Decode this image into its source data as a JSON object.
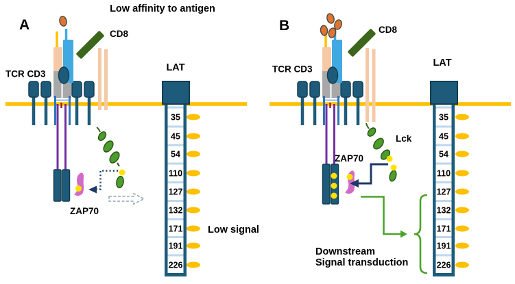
{
  "figure": {
    "title": "Low affinity to antigen",
    "panel_a": {
      "label": "A",
      "tcr_cd3_label": "TCR CD3",
      "cd8_label": "CD8",
      "lat_label": "LAT",
      "zap70_label": "ZAP70",
      "low_signal_label": "Low signal",
      "antigen_count": 1
    },
    "panel_b": {
      "label": "B",
      "tcr_cd3_label": "TCR CD3",
      "cd8_label": "CD8",
      "lat_label": "LAT",
      "zap70_label": "ZAP70",
      "lck_label": "Lck",
      "downstream_line1": "Downstream",
      "downstream_line2": "Signal transduction",
      "antigen_count": 4
    },
    "lat_sites": [
      "35",
      "45",
      "54",
      "110",
      "127",
      "132",
      "171",
      "191",
      "226"
    ],
    "colors": {
      "membrane_yellow": "#FFC000",
      "protein_teal": "#1E5B7A",
      "tcr_alpha_salmon": "#F5C9A5",
      "tcr_beta_blue": "#41A9E1",
      "tcr_constant_grey": "#A8A8A8",
      "cd8_green": "#3B661C",
      "lck_green": "#4C9C2E",
      "zap70_pink": "#D36BC6",
      "itam_purple": "#7030A0",
      "phospho_yellow": "#FFE100",
      "arrow_navy": "#1F3864",
      "signal_green": "#4CA32A",
      "antigen_orange": "#E0752F",
      "lat_rung_blue": "#BDD7EE"
    }
  }
}
